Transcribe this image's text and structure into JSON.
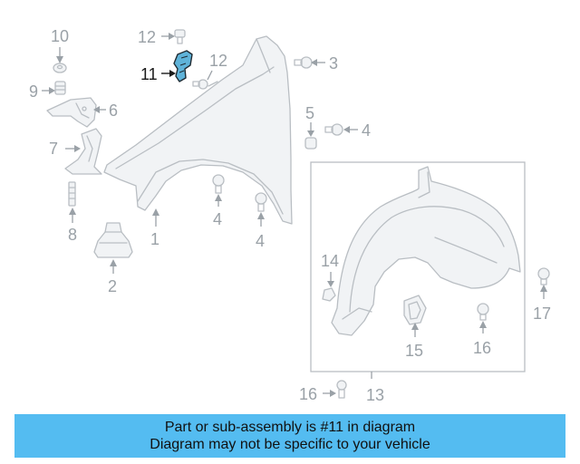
{
  "callouts": {
    "c1": "1",
    "c2": "2",
    "c3": "3",
    "c4a": "4",
    "c4b": "4",
    "c4c": "4",
    "c5": "5",
    "c6": "6",
    "c7": "7",
    "c8": "8",
    "c9": "9",
    "c10": "10",
    "c11": "11",
    "c12a": "12",
    "c12b": "12",
    "c13": "13",
    "c14": "14",
    "c15": "15",
    "c16a": "16",
    "c16b": "16",
    "c17": "17"
  },
  "highlight": {
    "part_number": "11",
    "color": "#5fb3d9"
  },
  "banner": {
    "line1": "Part or sub-assembly is #11 in diagram",
    "line2": "Diagram may not be specific to your vehicle",
    "background": "#54bcf1"
  }
}
